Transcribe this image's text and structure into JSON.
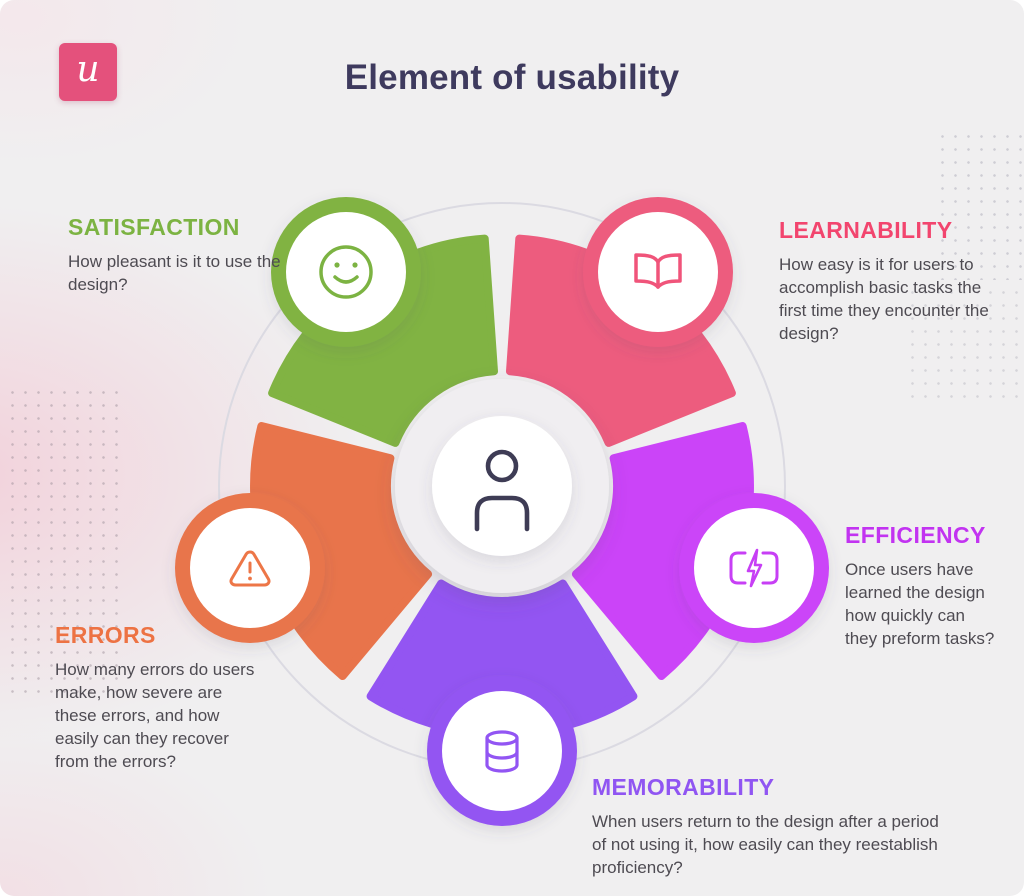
{
  "header": {
    "title": "Element of usability"
  },
  "brand": {
    "logo_letter": "u",
    "logo_color": "#E4517C"
  },
  "center": {
    "icon": "person-icon",
    "icon_color": "#3E3C55"
  },
  "colors": {
    "background": "#F0EFF0",
    "body_text": "#4E4B52",
    "title_text": "#3E3A5E",
    "outline_circle": "#DBDAE2"
  },
  "segments": [
    {
      "id": "satisfaction",
      "label": "SATISFACTION",
      "description": "How pleasant is it to use the design?",
      "color": "#81B343",
      "heading_color": "#7CB342",
      "icon": "smiley-face-icon",
      "icon_color": "#7CB342"
    },
    {
      "id": "learnability",
      "label": "LEARNABILITY",
      "description": "How easy is it for users to accomplish basic tasks the first time they encounter the design?",
      "color": "#ED5C7E",
      "heading_color": "#F2456E",
      "icon": "open-book-icon",
      "icon_color": "#F0547A"
    },
    {
      "id": "efficiency",
      "label": "EFFICIENCY",
      "description": "Once users have learned the design how quickly can they preform tasks?",
      "color": "#CB44F8",
      "heading_color": "#C233F1",
      "icon": "battery-charging-icon",
      "icon_color": "#C73FF5"
    },
    {
      "id": "memorability",
      "label": "MEMORABILITY",
      "description": "When users return to the design after a period of not using it, how easily can they reestablish proficiency?",
      "color": "#9355F2",
      "heading_color": "#9055F2",
      "icon": "database-icon",
      "icon_color": "#9255F3"
    },
    {
      "id": "errors",
      "label": "ERRORS",
      "description": "How many errors do users make, how severe are these errors, and how easily can they recover from the errors?",
      "color": "#E8744B",
      "heading_color": "#ED7243",
      "icon": "warning-triangle-icon",
      "icon_color": "#ED7647"
    }
  ]
}
